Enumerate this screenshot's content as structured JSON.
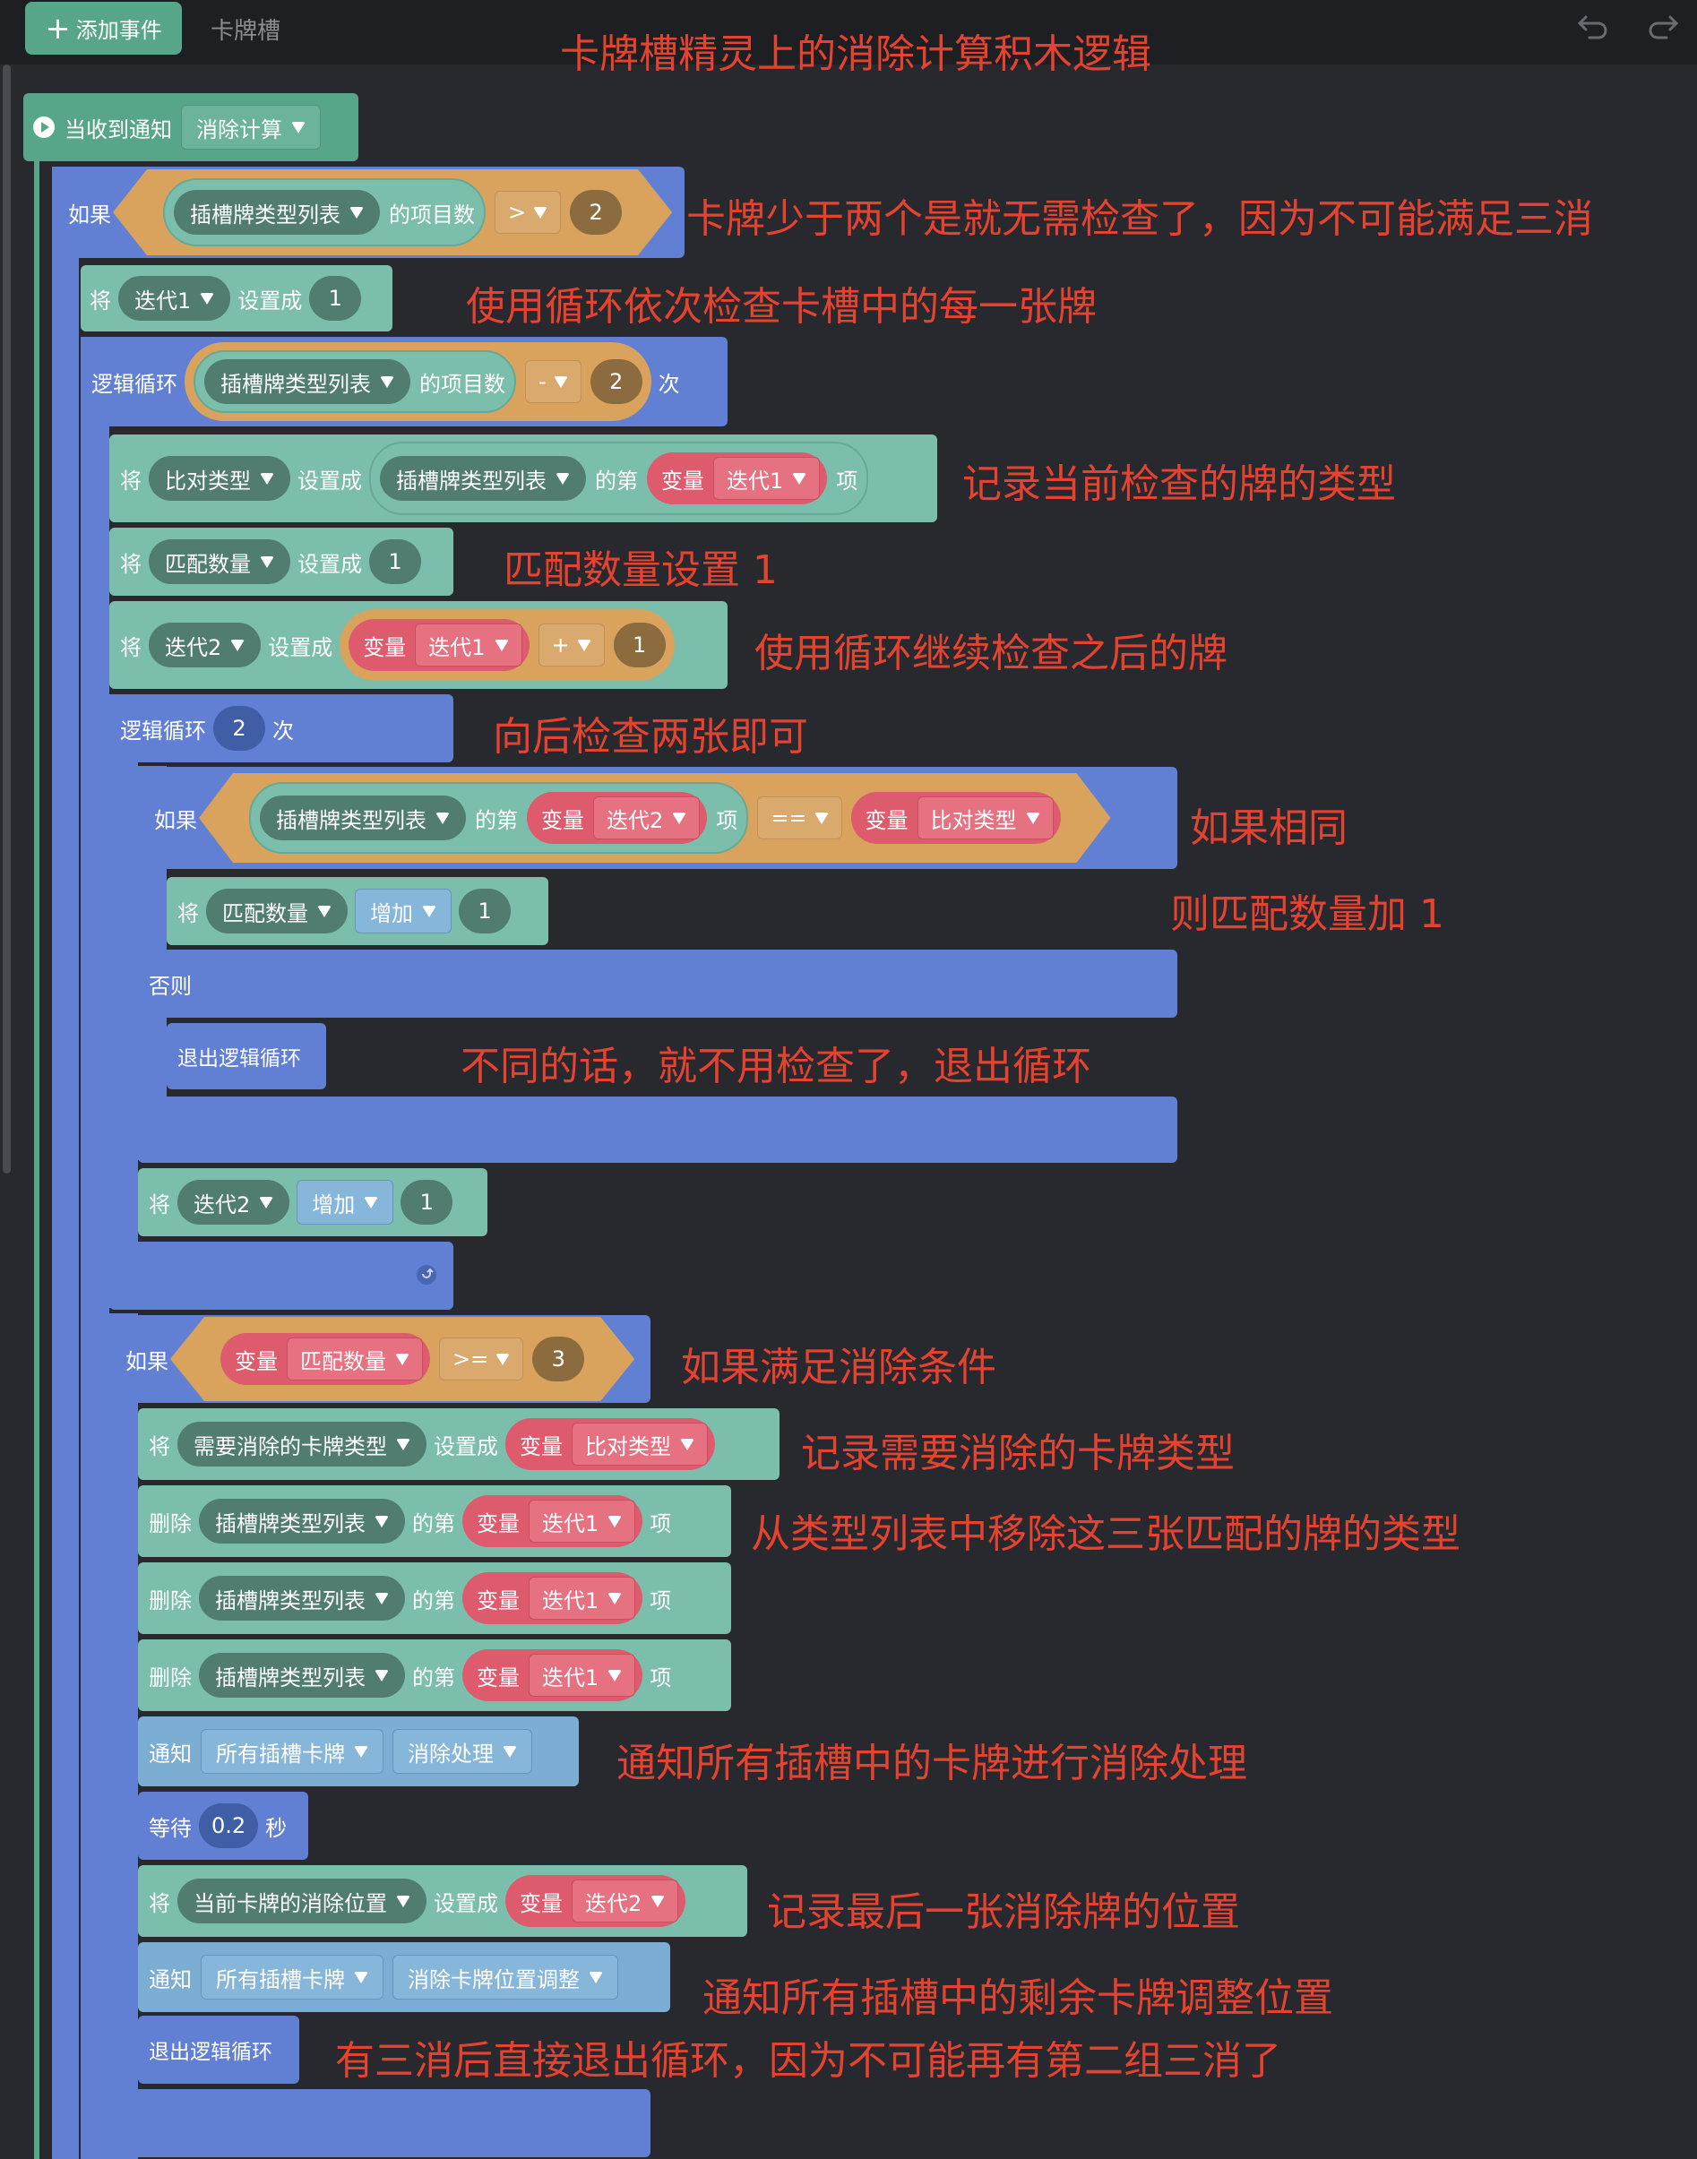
{
  "topbar": {
    "add_event_label": "添加事件",
    "sprite_name": "卡牌槽",
    "undo_icon": "undo-icon",
    "redo_icon": "redo-icon"
  },
  "title_annotation": "卡牌槽精灵上的消除计算积木逻辑",
  "colors": {
    "background": "#28292e",
    "event_green": "#58a68a",
    "data_teal": "#7bbeab",
    "control_blue": "#6180d4",
    "operator_orange": "#d9a35d",
    "variable_red": "#de5b6e",
    "notify_lightblue": "#7baed2",
    "annotation_red": "#e5432f"
  },
  "blocks": {
    "event": {
      "label": "当收到通知",
      "message": "消除计算"
    },
    "if1": {
      "label": "如果",
      "list": "插槽牌类型列表",
      "count_label": "的项目数",
      "op": ">",
      "value": "2"
    },
    "set_iter1": {
      "label": "将",
      "var": "迭代1",
      "set_label": "设置成",
      "value": "1"
    },
    "loop1": {
      "label": "逻辑循环",
      "list": "插槽牌类型列表",
      "count_label": "的项目数",
      "op": "-",
      "value": "2",
      "suffix": "次"
    },
    "set_compare": {
      "label": "将",
      "var": "比对类型",
      "set_label": "设置成",
      "list": "插槽牌类型列表",
      "nth_label": "的第",
      "var_label": "变量",
      "index_var": "迭代1",
      "item_label": "项"
    },
    "set_match": {
      "label": "将",
      "var": "匹配数量",
      "set_label": "设置成",
      "value": "1"
    },
    "set_iter2": {
      "label": "将",
      "var": "迭代2",
      "set_label": "设置成",
      "var_label": "变量",
      "src_var": "迭代1",
      "op": "+",
      "value": "1"
    },
    "loop2": {
      "label": "逻辑循环",
      "value": "2",
      "suffix": "次"
    },
    "if2": {
      "label": "如果",
      "list": "插槽牌类型列表",
      "nth_label": "的第",
      "var_label": "变量",
      "index_var": "迭代2",
      "item_label": "项",
      "op": "==",
      "var_label2": "变量",
      "cmp_var": "比对类型"
    },
    "inc_match": {
      "label": "将",
      "var": "匹配数量",
      "op": "增加",
      "value": "1"
    },
    "else_label": "否则",
    "break1": {
      "label": "退出逻辑循环"
    },
    "inc_iter2": {
      "label": "将",
      "var": "迭代2",
      "op": "增加",
      "value": "1"
    },
    "if3": {
      "label": "如果",
      "var_label": "变量",
      "var": "匹配数量",
      "op": ">=",
      "value": "3"
    },
    "set_elim_type": {
      "label": "将",
      "var": "需要消除的卡牌类型",
      "set_label": "设置成",
      "var_label": "变量",
      "src_var": "比对类型"
    },
    "deletes": [
      {
        "label": "删除",
        "list": "插槽牌类型列表",
        "nth_label": "的第",
        "var_label": "变量",
        "index_var": "迭代1",
        "item_label": "项"
      },
      {
        "label": "删除",
        "list": "插槽牌类型列表",
        "nth_label": "的第",
        "var_label": "变量",
        "index_var": "迭代1",
        "item_label": "项"
      },
      {
        "label": "删除",
        "list": "插槽牌类型列表",
        "nth_label": "的第",
        "var_label": "变量",
        "index_var": "迭代1",
        "item_label": "项"
      }
    ],
    "notify1": {
      "label": "通知",
      "target": "所有插槽卡牌",
      "message": "消除处理"
    },
    "wait": {
      "label": "等待",
      "value": "0.2",
      "suffix": "秒"
    },
    "set_pos": {
      "label": "将",
      "var": "当前卡牌的消除位置",
      "set_label": "设置成",
      "var_label": "变量",
      "src_var": "迭代2"
    },
    "notify2": {
      "label": "通知",
      "target": "所有插槽卡牌",
      "message": "消除卡牌位置调整"
    },
    "break2": {
      "label": "退出逻辑循环"
    }
  },
  "annotations": {
    "if1": "卡牌少于两个是就无需检查了，因为不可能满足三消",
    "set_iter1": "使用循环依次检查卡槽中的每一张牌",
    "set_compare": "记录当前检查的牌的类型",
    "set_match": "匹配数量设置 1",
    "set_iter2": "使用循环继续检查之后的牌",
    "loop2": "向后检查两张即可",
    "if2": "如果相同",
    "inc_match": "则匹配数量加 1",
    "break1": "不同的话，就不用检查了，退出循环",
    "if3": "如果满足消除条件",
    "set_elim_type": "记录需要消除的卡牌类型",
    "deletes": "从类型列表中移除这三张匹配的牌的类型",
    "notify1": "通知所有插槽中的卡牌进行消除处理",
    "set_pos": "记录最后一张消除牌的位置",
    "notify2": "通知所有插槽中的剩余卡牌调整位置",
    "break2": "有三消后直接退出循环，因为不可能再有第二组三消了"
  }
}
